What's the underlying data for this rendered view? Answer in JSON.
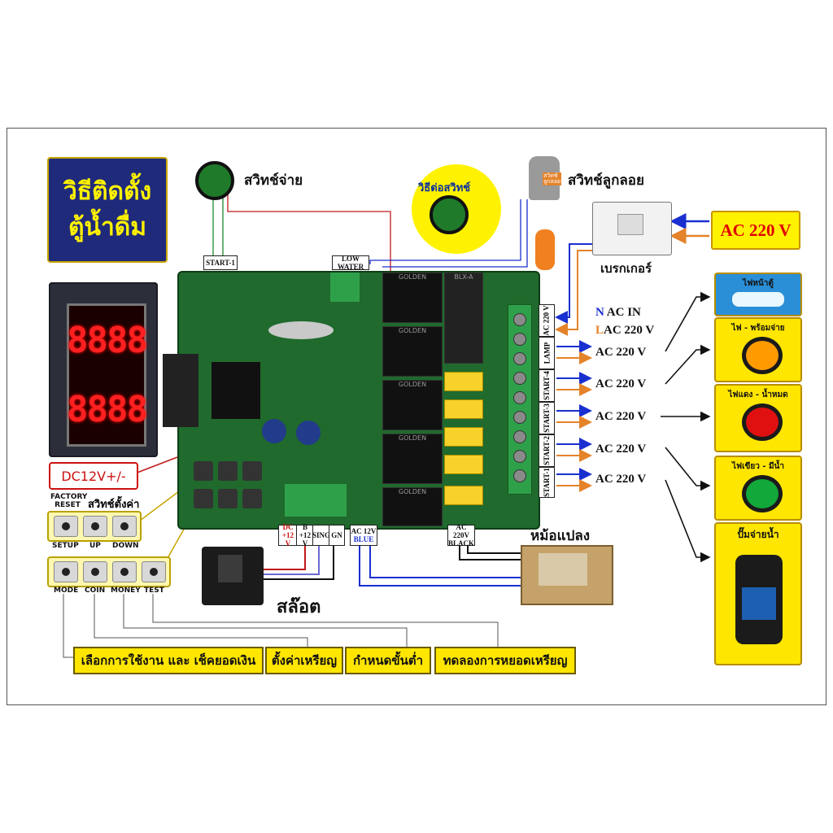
{
  "title": {
    "line1": "วิธีติดตั้ง",
    "line2": "ตู้น้ำดื่ม"
  },
  "display": {
    "digits": "8888"
  },
  "dc_label": "DC12V+/-",
  "buttons_top": {
    "factory_reset": "FACTORY RESET",
    "group_label": "สวิทช์ตั้งค่า",
    "labels": [
      "SETUP",
      "UP",
      "DOWN"
    ]
  },
  "buttons_bottom": {
    "labels": [
      "MODE",
      "COIN",
      "MONEY",
      "TEST"
    ]
  },
  "switch_pay": "สวิทช์จ่าย",
  "switch_connect": "วิธีต่อสวิทช์",
  "float_switch": "สวิทช์ลูกลอย",
  "float_small": "สวิทช์ลูกลอย",
  "breaker": "เบรกเกอร์",
  "ac_main": "AC 220 V",
  "board_tags": {
    "start1": "START-1",
    "low_water": "LOW WATER",
    "dc": "DC",
    "dc_v": "+12 V",
    "b": "B",
    "b_v": "+12 V",
    "sing": "SING",
    "gn": "GN",
    "ac12": "AC 12V",
    "blue": "BLUE",
    "ac220": "AC 220V",
    "black": "BLACK"
  },
  "terminals": [
    "AC 220 V",
    "LAMP",
    "START-4",
    "START-3",
    "START-2",
    "START-1"
  ],
  "ac_in": {
    "n": "N",
    "n_text": "AC IN",
    "l": "L",
    "l_text": "AC 220 V"
  },
  "ac_outputs": [
    "AC 220 V",
    "AC 220 V",
    "AC 220 V",
    "AC 220 V",
    "AC 220 V"
  ],
  "lamps": [
    {
      "caption": "ไฟหน้าตู้",
      "color": "#cfefff"
    },
    {
      "caption": "ไฟ - พร้อมจ่าย",
      "color": "#ff9a00"
    },
    {
      "caption": "ไฟแดง - น้ำหมด",
      "color": "#e01010"
    },
    {
      "caption": "ไฟเขียว - มีน้ำ",
      "color": "#12a83a"
    },
    {
      "caption": "ปั๊มจ่ายน้ำ",
      "color": "#1d5fb0"
    }
  ],
  "transformer": "หม้อแปลง",
  "coin_slot": "สล๊อต",
  "bottom_labels": [
    "เลือกการใช้งาน และ เช็คยอดเงิน",
    "ตั้งค่าเหรียญ",
    "กำหนดขั้นต่ำ",
    "ทดลองการหยอดเหรียญ"
  ],
  "relay_text": "GOLDEN",
  "blx": "BLX-A",
  "colors": {
    "wire_blue": "#1a2fd0",
    "wire_orange": "#e4832a",
    "wire_green": "#3a9a4a",
    "wire_red": "#c11a1a"
  }
}
